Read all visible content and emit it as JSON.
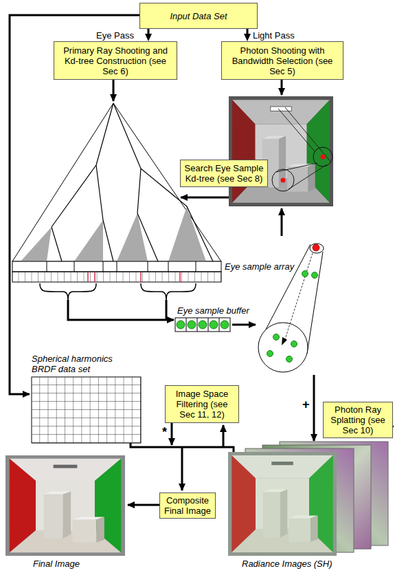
{
  "diagram": {
    "nodes": [
      {
        "text": [
          "Input Data Set"
        ]
      },
      {
        "text": [
          "Primary Ray Shooting and Kd-tree Construction (see Sec 6)"
        ]
      },
      {
        "text": [
          "Photon Shooting with Bandwidth Selection (see Sec 5)"
        ]
      },
      {
        "text": [
          "Search Eye Sample Kd-tree (see Sec 8)"
        ]
      },
      {
        "text": [
          "Image Space Filtering (see Sec 11, 12)"
        ]
      },
      {
        "text": [
          "Photon Ray Splatting (see Sec 10)"
        ]
      },
      {
        "text": [
          "Composite Final Image"
        ]
      }
    ],
    "edges": [
      {
        "from": 0,
        "to": 1,
        "arrow": "to"
      },
      {
        "from": 0,
        "to": 2,
        "arrow": "to"
      }
    ],
    "labels": [
      "Eye Pass",
      "Light Pass",
      "Eye sample array",
      "Eye sample buffer",
      "Spherical harmonics BRDF data set",
      "+",
      "*",
      "Final Image",
      "Radiance Images (SH)"
    ]
  }
}
